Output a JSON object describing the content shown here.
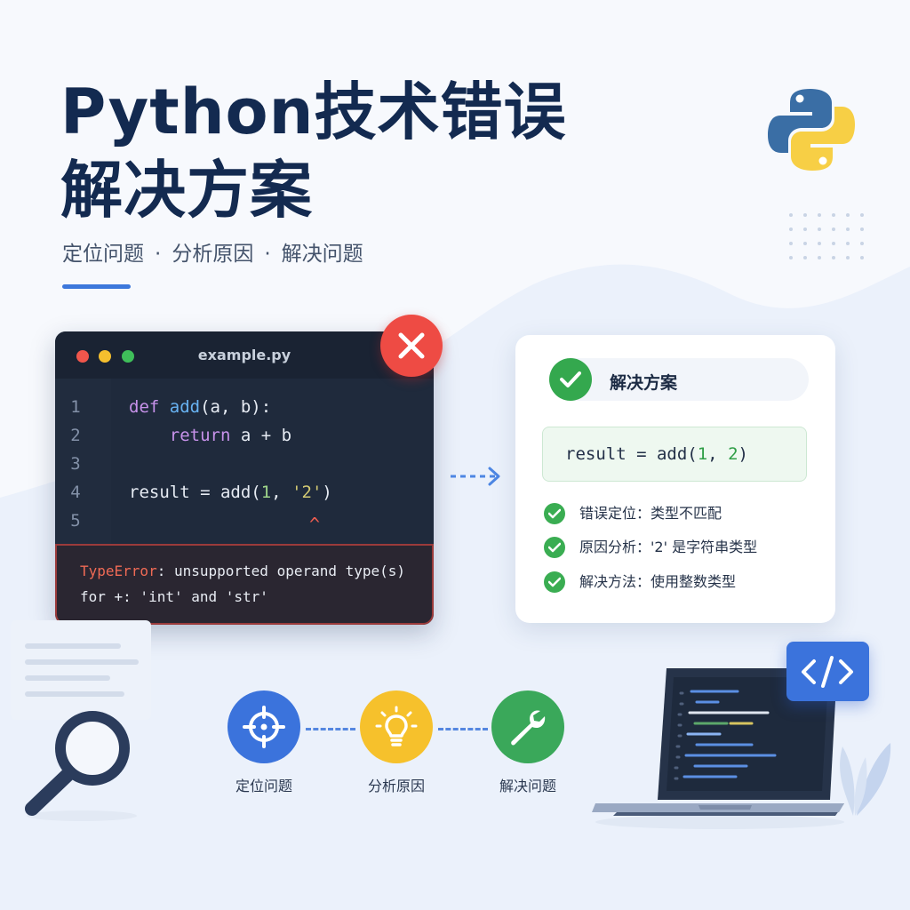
{
  "header": {
    "title_line1": "Python技术错误",
    "title_line2": "解决方案",
    "subtitle_items": [
      "定位问题",
      "分析原因",
      "解决问题"
    ],
    "subtitle_separator": "·"
  },
  "icons": {
    "logo": "python-logo",
    "error_badge": "x-icon",
    "solution_badge": "check-icon",
    "steps": [
      "crosshair-icon",
      "lightbulb-icon",
      "wrench-icon"
    ],
    "code_tag": "code-brackets-icon"
  },
  "colors": {
    "title": "#132a50",
    "accent": "#3d78dc",
    "error": "#ee4b44",
    "success": "#34a84e",
    "step_locate": "#3b73dc",
    "step_analyze": "#f6c12c",
    "step_fix": "#3aa85a"
  },
  "code_window": {
    "filename": "example.py",
    "lines": [
      {
        "number": "1",
        "parts": [
          {
            "t": "def ",
            "c": "kw"
          },
          {
            "t": "add",
            "c": "fn"
          },
          {
            "t": "(a, b):",
            "c": ""
          }
        ]
      },
      {
        "number": "2",
        "parts": [
          {
            "t": "    return",
            "c": "kw"
          },
          {
            "t": " a + b",
            "c": ""
          }
        ]
      },
      {
        "number": "3",
        "parts": []
      },
      {
        "number": "4",
        "parts": [
          {
            "t": "result = add(",
            "c": ""
          },
          {
            "t": "1",
            "c": "num"
          },
          {
            "t": ", ",
            "c": ""
          },
          {
            "t": "'2'",
            "c": "str"
          },
          {
            "t": ")",
            "c": ""
          }
        ]
      },
      {
        "number": "5",
        "parts": []
      }
    ],
    "error_marker": "^",
    "error_type": "TypeError",
    "error_message_line1": ": unsupported operand type(s)",
    "error_message_line2": "for +: 'int' and 'str'"
  },
  "solution": {
    "title": "解决方案",
    "code_prefix": "result = add(",
    "code_arg1": "1",
    "code_sep": ", ",
    "code_arg2": "2",
    "code_suffix": ")",
    "checks": [
      "错误定位：类型不匹配",
      "原因分析：'2' 是字符串类型",
      "解决方法：使用整数类型"
    ]
  },
  "steps": [
    {
      "label": "定位问题"
    },
    {
      "label": "分析原因"
    },
    {
      "label": "解决问题"
    }
  ]
}
